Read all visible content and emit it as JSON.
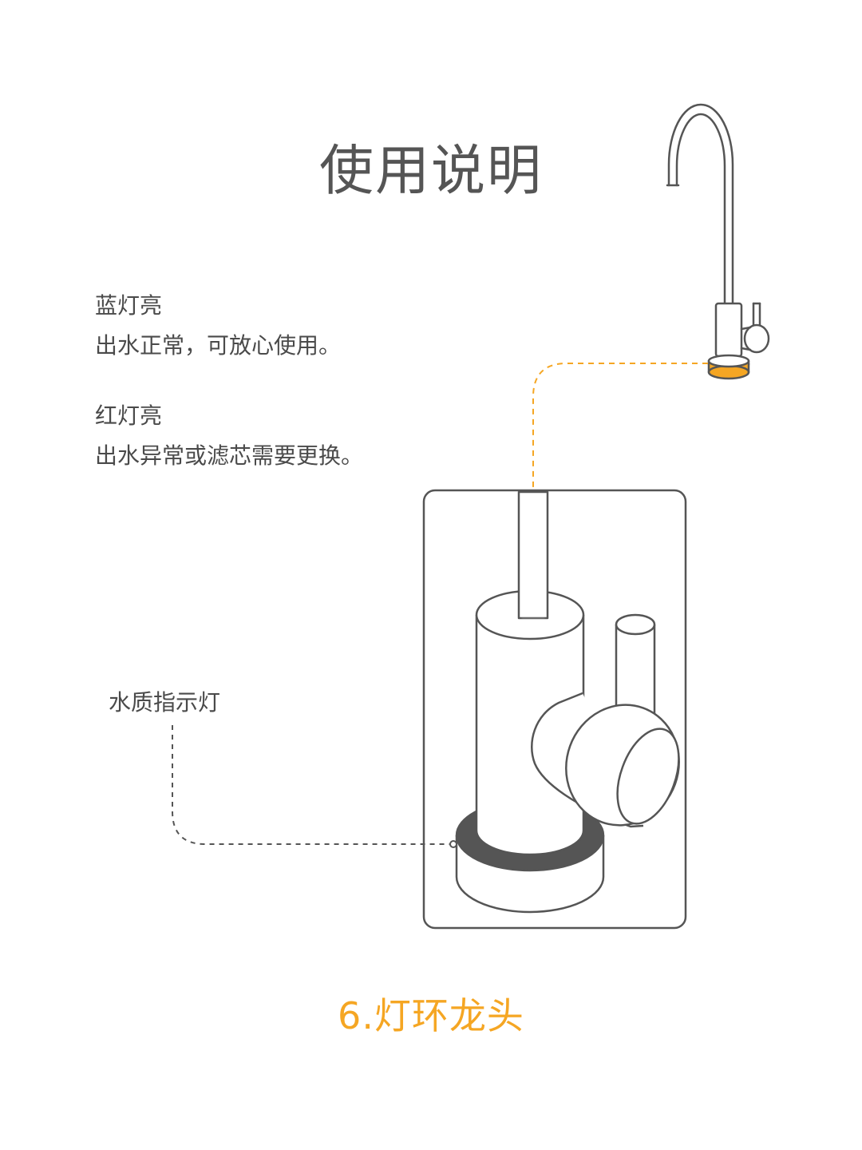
{
  "title": "使用说明",
  "blue_light": {
    "heading": "蓝灯亮",
    "description": "出水正常，可放心使用。"
  },
  "red_light": {
    "heading": "红灯亮",
    "description": "出水异常或滤芯需要更换。"
  },
  "indicator_label": "水质指示灯",
  "caption": "6.灯环龙头",
  "colors": {
    "accent": "#f5a623",
    "line": "#555555",
    "ring": "#555555"
  }
}
